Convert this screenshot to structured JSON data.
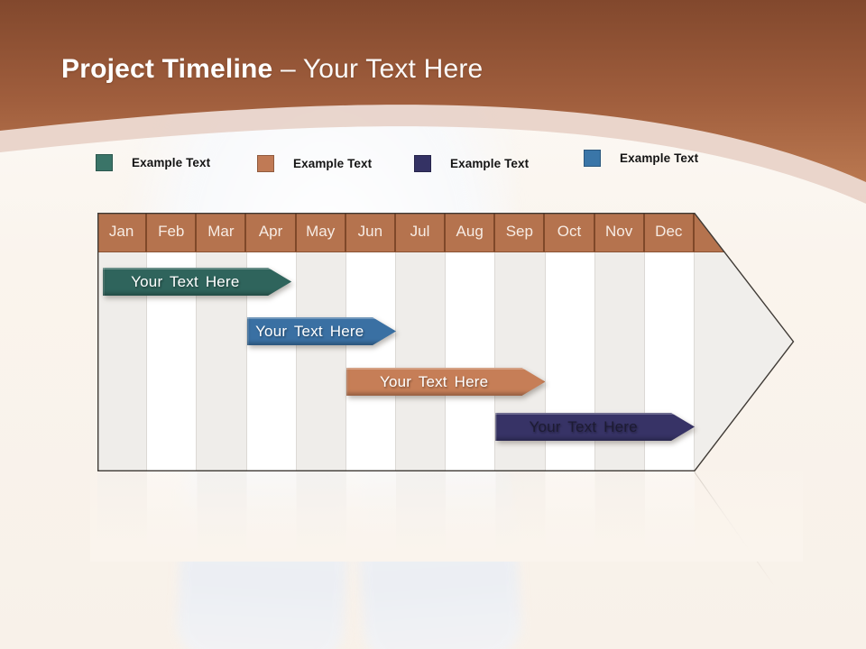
{
  "slide": {
    "title": {
      "bold": "Project Timeline",
      "light": "– Your Text Here"
    },
    "accent_color": "#B5734E",
    "background_color": "#FAF4ED"
  },
  "legend": {
    "items": [
      {
        "label": "Example Text",
        "color": "#3A7468"
      },
      {
        "label": "Example Text",
        "color": "#C07A55"
      },
      {
        "label": "Example Text",
        "color": "#343264"
      },
      {
        "label": "Example Text",
        "color": "#3A76A8"
      }
    ]
  },
  "chart_data": {
    "type": "timeline",
    "categories": [
      "Jan",
      "Feb",
      "Mar",
      "Apr",
      "May",
      "Jun",
      "Jul",
      "Aug",
      "Sep",
      "Oct",
      "Nov",
      "Dec"
    ],
    "header_color": "#B5734E",
    "column_colors": {
      "odd": "#EFEDEA",
      "even": "#FFFFFF"
    },
    "bars": [
      {
        "label": "Your Text Here",
        "color": "#2F645C",
        "text_color": "#FFFFFF",
        "row": 0,
        "start_month": 0.1,
        "end_month": 3.9
      },
      {
        "label": "Your Text Here",
        "color": "#3A70A3",
        "text_color": "#FFFFFF",
        "row": 1,
        "start_month": 3.0,
        "end_month": 6.0
      },
      {
        "label": "Your Text Here",
        "color": "#C67E57",
        "text_color": "#FFFFFF",
        "row": 2,
        "start_month": 5.0,
        "end_month": 9.0
      },
      {
        "label": "Your Text Here",
        "color": "#373366",
        "text_color": "#1D1B33",
        "row": 3,
        "start_month": 8.0,
        "end_month": 12.0
      }
    ]
  }
}
